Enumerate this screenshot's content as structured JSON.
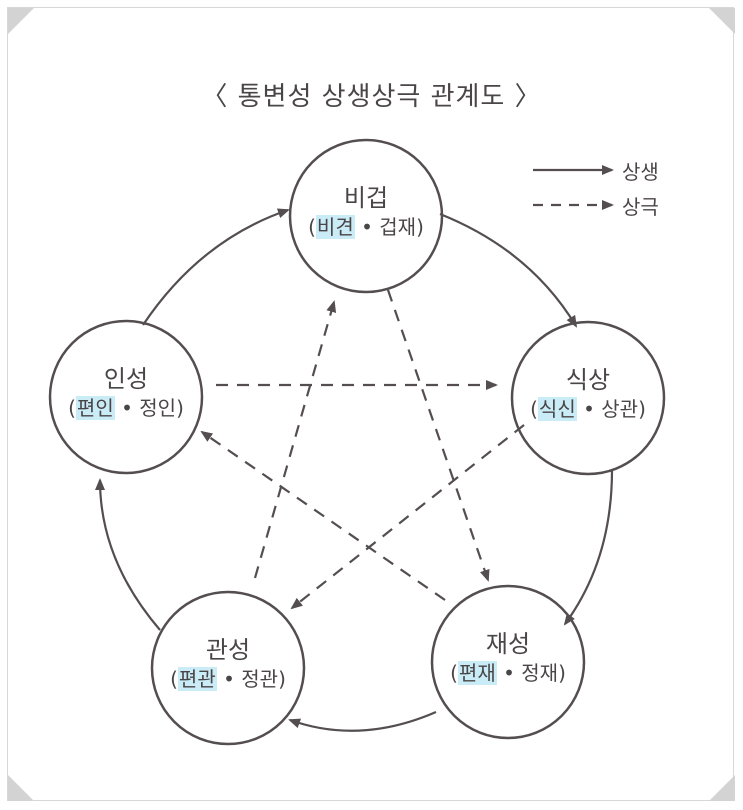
{
  "title": "〈 통변성 상생상극 관계도 〉",
  "legend": {
    "solid": "상생",
    "dashed": "상극"
  },
  "nodes": [
    {
      "name": "비겁",
      "open": "(",
      "a": "비견",
      "dot": "•",
      "b": "겁재",
      "close": ")"
    },
    {
      "name": "식상",
      "open": "(",
      "a": "식신",
      "dot": "•",
      "b": "상관",
      "close": ")"
    },
    {
      "name": "재성",
      "open": "(",
      "a": "편재",
      "dot": "•",
      "b": "정재",
      "close": ")"
    },
    {
      "name": "관성",
      "open": "(",
      "a": "편관",
      "dot": "•",
      "b": "정관",
      "close": ")"
    },
    {
      "name": "인성",
      "open": "(",
      "a": "편인",
      "dot": "•",
      "b": "정인",
      "close": ")"
    }
  ],
  "colors": {
    "line": "#544e50",
    "highlight": "#c9ecf7"
  }
}
